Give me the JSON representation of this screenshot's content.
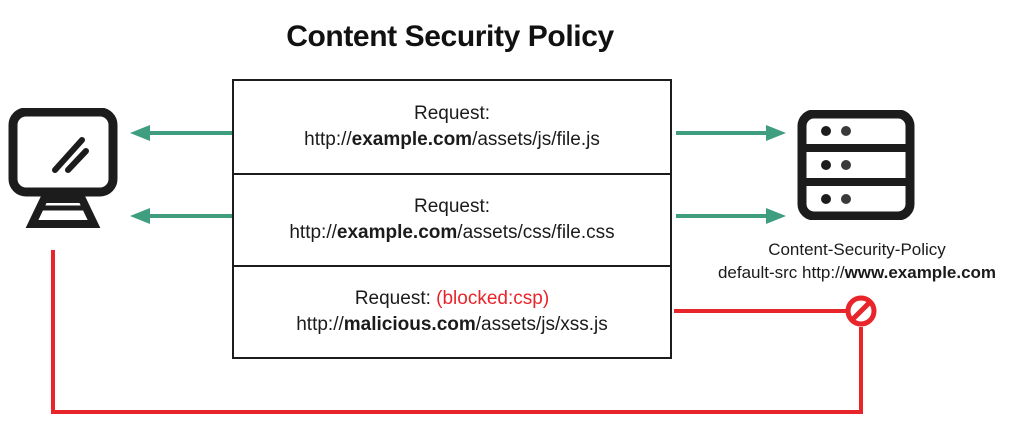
{
  "title": "Content Security Policy",
  "colors": {
    "arrow_green": "#3f9e80",
    "blocked_red": "#e8252a",
    "ink": "#1b1b1b",
    "background": "#ffffff"
  },
  "client": {
    "icon": "monitor-icon",
    "label": ""
  },
  "server": {
    "icon": "server-icon",
    "caption_line1": "Content-Security-Policy",
    "caption_line2_prefix": "default-src http://",
    "caption_line2_domain": "www.example.com"
  },
  "requests": [
    {
      "label": "Request:",
      "status": "",
      "url_scheme": "http://",
      "url_domain": "example.com",
      "url_path": "/assets/js/file.js",
      "allowed": true
    },
    {
      "label": "Request:",
      "status": "",
      "url_scheme": "http://",
      "url_domain": "example.com",
      "url_path": "/assets/css/file.css",
      "allowed": true
    },
    {
      "label": "Request:",
      "status": "(blocked:csp)",
      "url_scheme": "http://",
      "url_domain": "malicious.com",
      "url_path": "/assets/js/xss.js",
      "allowed": false
    }
  ],
  "arrows": [
    {
      "name": "response-arrow-1",
      "direction": "left",
      "color": "#3f9e80"
    },
    {
      "name": "request-arrow-1",
      "direction": "right",
      "color": "#3f9e80"
    },
    {
      "name": "response-arrow-2",
      "direction": "left",
      "color": "#3f9e80"
    },
    {
      "name": "request-arrow-2",
      "direction": "right",
      "color": "#3f9e80"
    },
    {
      "name": "blocked-path",
      "direction": "right",
      "color": "#e8252a"
    }
  ],
  "blocked_marker": {
    "name": "prohibition-sign",
    "color": "#e8252a"
  }
}
